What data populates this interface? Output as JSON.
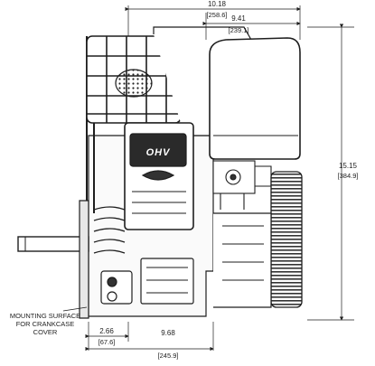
{
  "diagram": {
    "dimensions": {
      "top_overall": {
        "value": "10.18",
        "metric": "[258.6]"
      },
      "top_partial": {
        "value": "9.41",
        "metric": "[239.1]"
      },
      "height": {
        "value": "15.15",
        "metric": "[384.9]"
      },
      "bottom_left": {
        "value": "2.66",
        "metric": "[67.6]"
      },
      "bottom_right": {
        "value": "9.68",
        "metric": "[245.9]"
      }
    },
    "engine_badge": "OHV",
    "annotation": {
      "line1": "MOUNTING SURFACE",
      "line2": "FOR CRANKCASE",
      "line3": "COVER"
    },
    "colors": {
      "line": "#1e1e1e",
      "fill_dark": "#2a2a2a",
      "paper": "#ffffff"
    }
  }
}
